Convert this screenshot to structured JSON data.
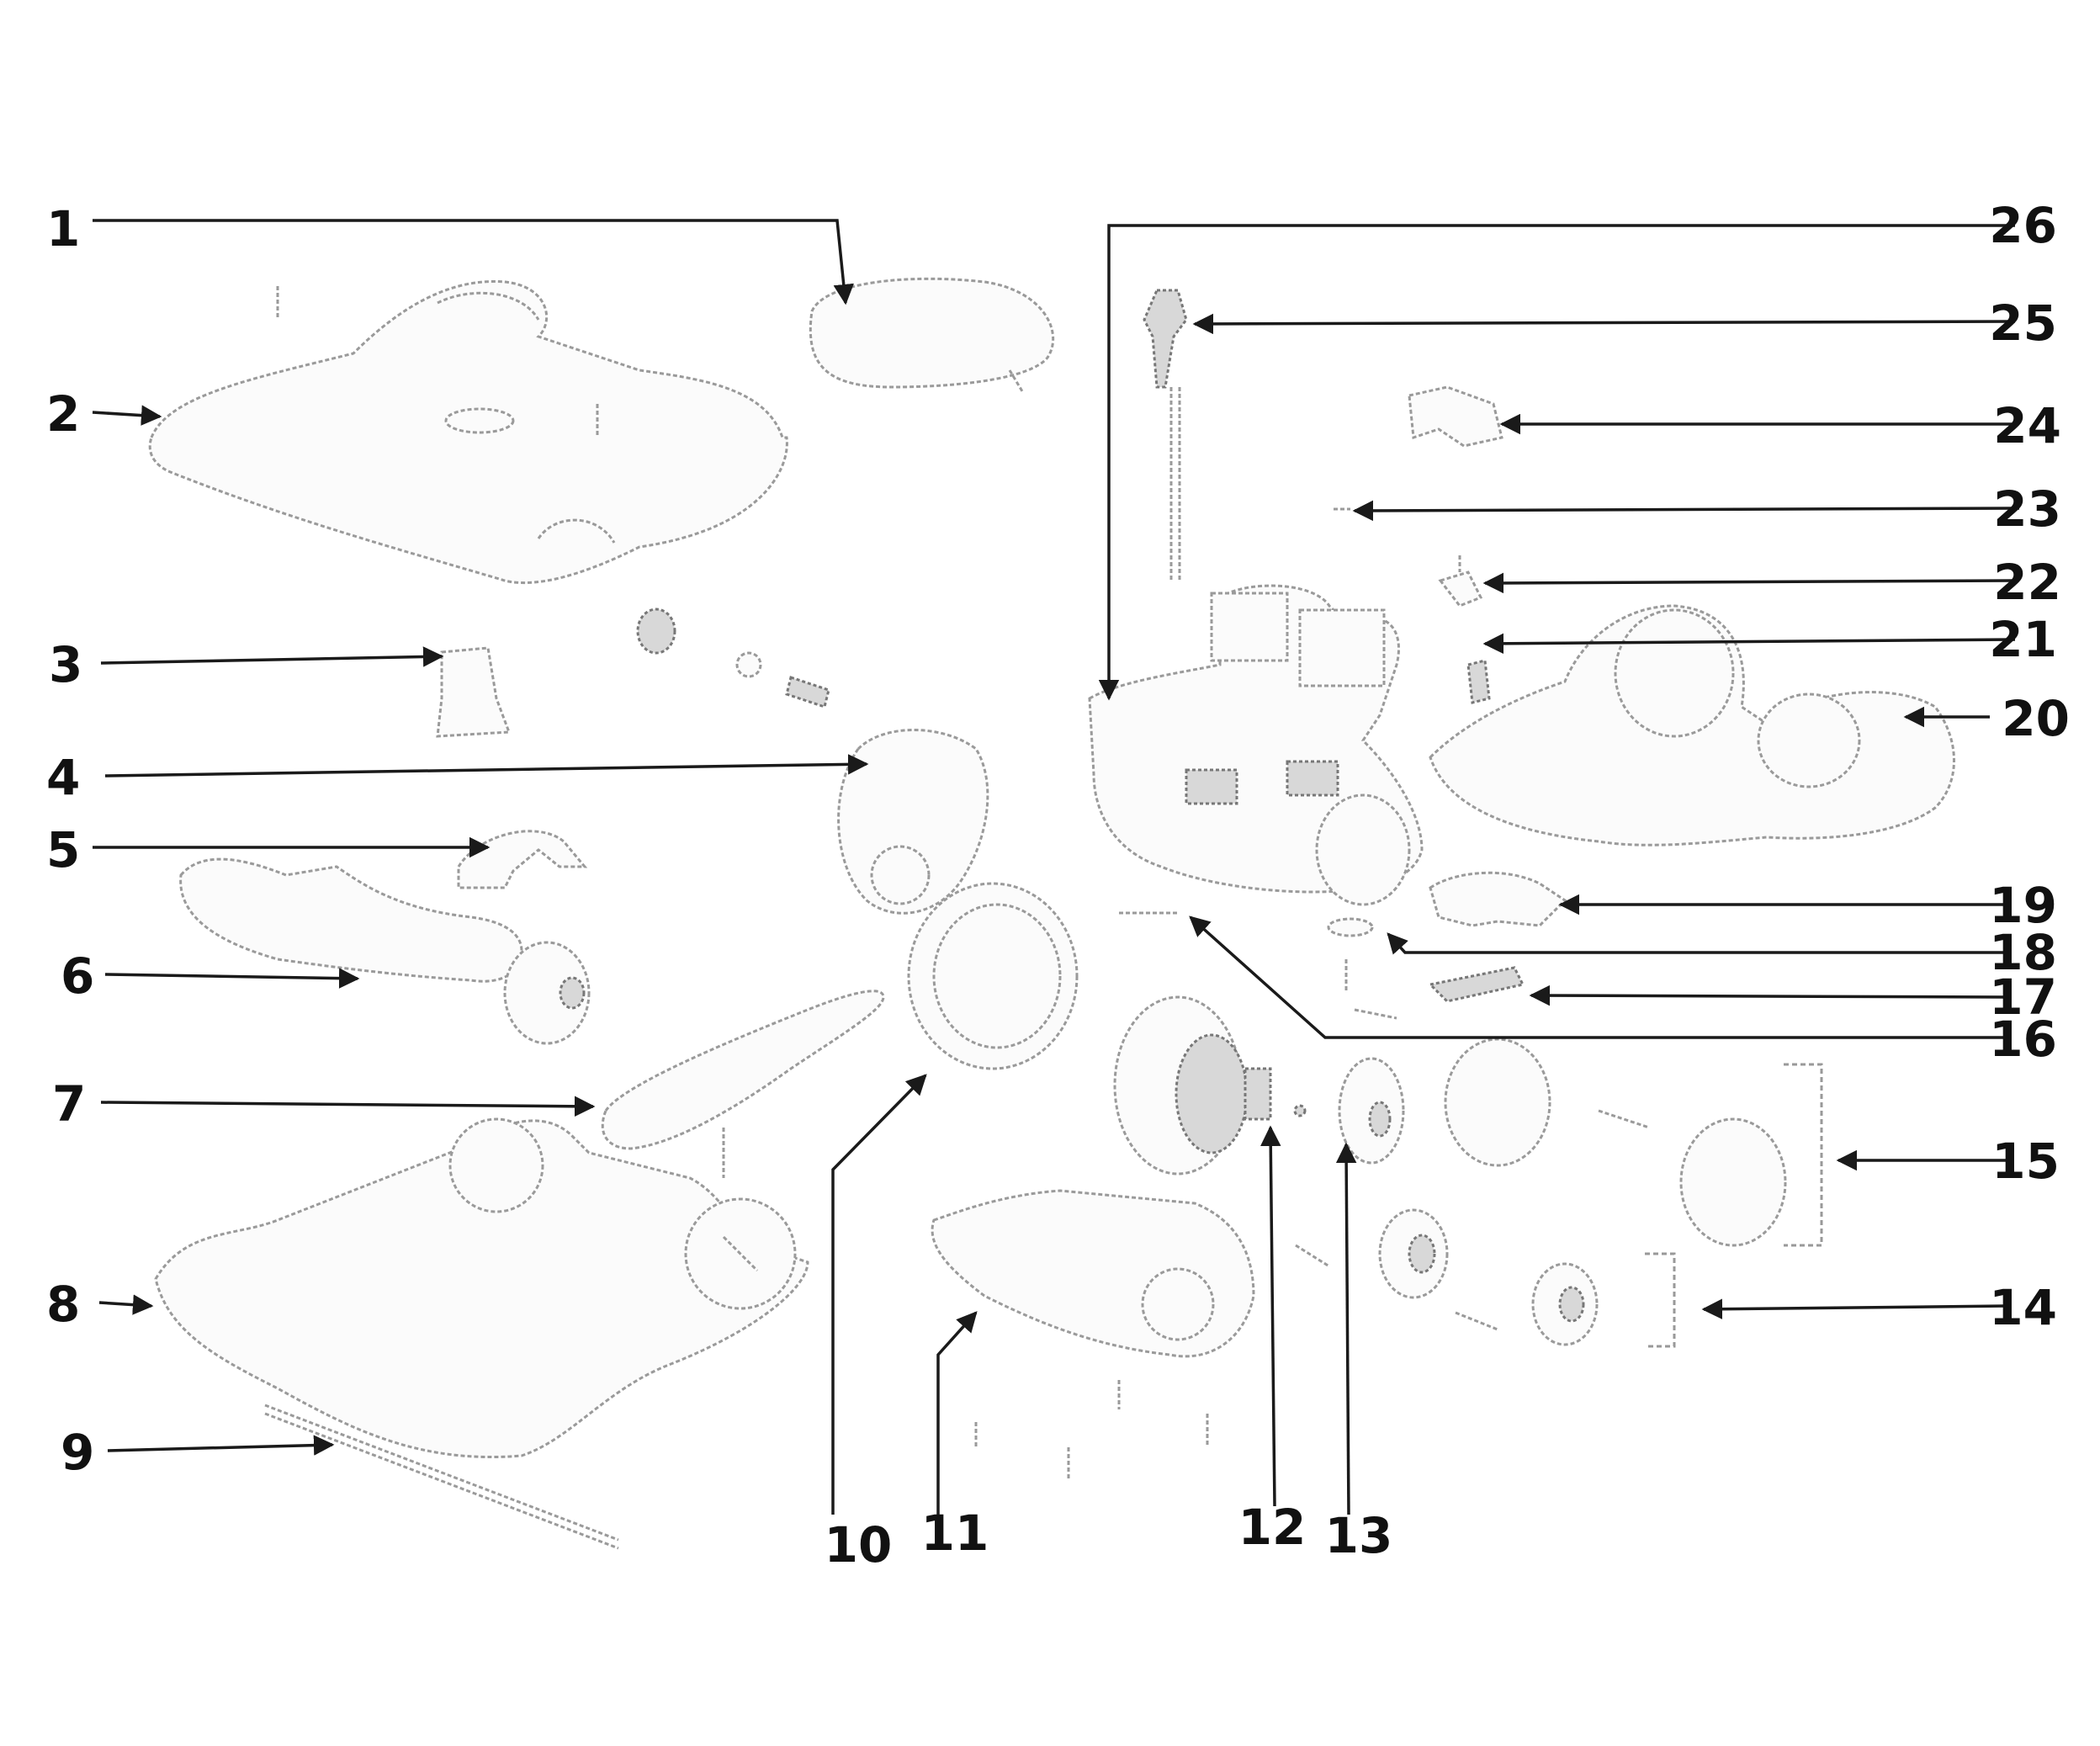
{
  "labels": [
    "1",
    "2",
    "3",
    "4",
    "5",
    "6",
    "7",
    "8",
    "9",
    "10",
    "11",
    "12",
    "13",
    "14",
    "15",
    "16",
    "17",
    "18",
    "19",
    "20",
    "21",
    "22",
    "23",
    "24",
    "25",
    "26"
  ],
  "colors": {
    "ink": "#111111",
    "part_stroke": "#9a9a9a",
    "part_fill": "#fbfbfb"
  }
}
